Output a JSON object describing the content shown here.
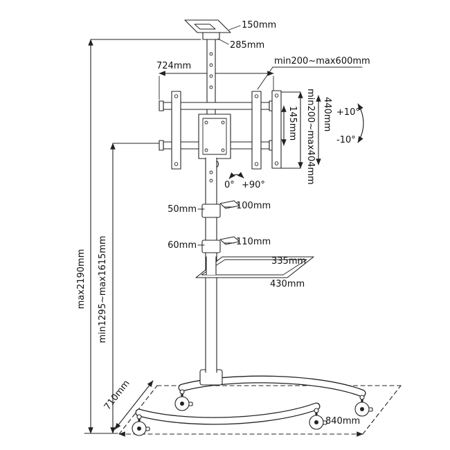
{
  "diagram": {
    "colors": {
      "line": "#222222",
      "background": "#ffffff"
    },
    "labels": {
      "top_plate_width": "150mm",
      "top_plate_depth": "285mm",
      "bracket_width": "724mm",
      "vesa_width_range": "min200~max600mm",
      "rail_gap": "145mm",
      "vesa_height_range": "min200~max404mm",
      "bracket_height": "440mm",
      "tilt_up": "+10°",
      "tilt_down": "-10°",
      "swivel_min": "0°",
      "swivel_max": "+90°",
      "upper_clamp_height": "50mm",
      "upper_clamp_width": "100mm",
      "lower_clamp_height": "60mm",
      "lower_clamp_width": "110mm",
      "tray_depth": "335mm",
      "tray_width": "430mm",
      "max_height": "max2190mm",
      "height_range": "min1295~max1615mm",
      "base_depth": "710mm",
      "base_width": "840mm"
    }
  }
}
